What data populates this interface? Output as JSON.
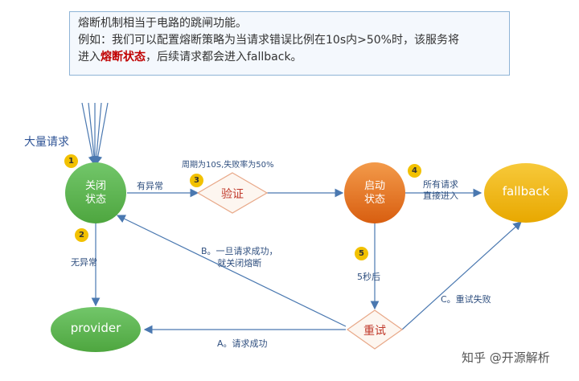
{
  "note": {
    "line1": "熔断机制相当于电路的跳闸功能。",
    "line2": "例如：我们可以配置熔断策略为当请求错误比例在10s内>50%时，该服务将",
    "line3_prefix": "进入",
    "line3_highlight": "熔断状态",
    "line3_suffix": "，后续请求都会进入fallback。"
  },
  "labels": {
    "big_requests": "大量请求",
    "has_error": "有异常",
    "period": "周期为10S,失败率为50%",
    "all_requests_line1": "所有请求",
    "all_requests_line2": "直接进入",
    "no_error": "无异常",
    "b_line1": "B。一旦请求成功，",
    "b_line2": "就关闭熔断",
    "five_sec": "5秒后",
    "c_label": "C。重试失败",
    "a_label": "A。请求成功"
  },
  "nodes": {
    "closed_line1": "关闭",
    "closed_line2": "状态",
    "verify": "验证",
    "open_line1": "启动",
    "open_line2": "状态",
    "fallback": "fallback",
    "provider": "provider",
    "retry": "重试"
  },
  "badges": [
    "1",
    "2",
    "3",
    "4",
    "5"
  ],
  "watermark": "知乎 @开源解析",
  "colors": {
    "closed": "#5cb85c",
    "open": "#e36c18",
    "fallback": "#f0b400",
    "provider": "#5aa845",
    "highlight": "#c00000",
    "arrow": "#4a78b0"
  }
}
